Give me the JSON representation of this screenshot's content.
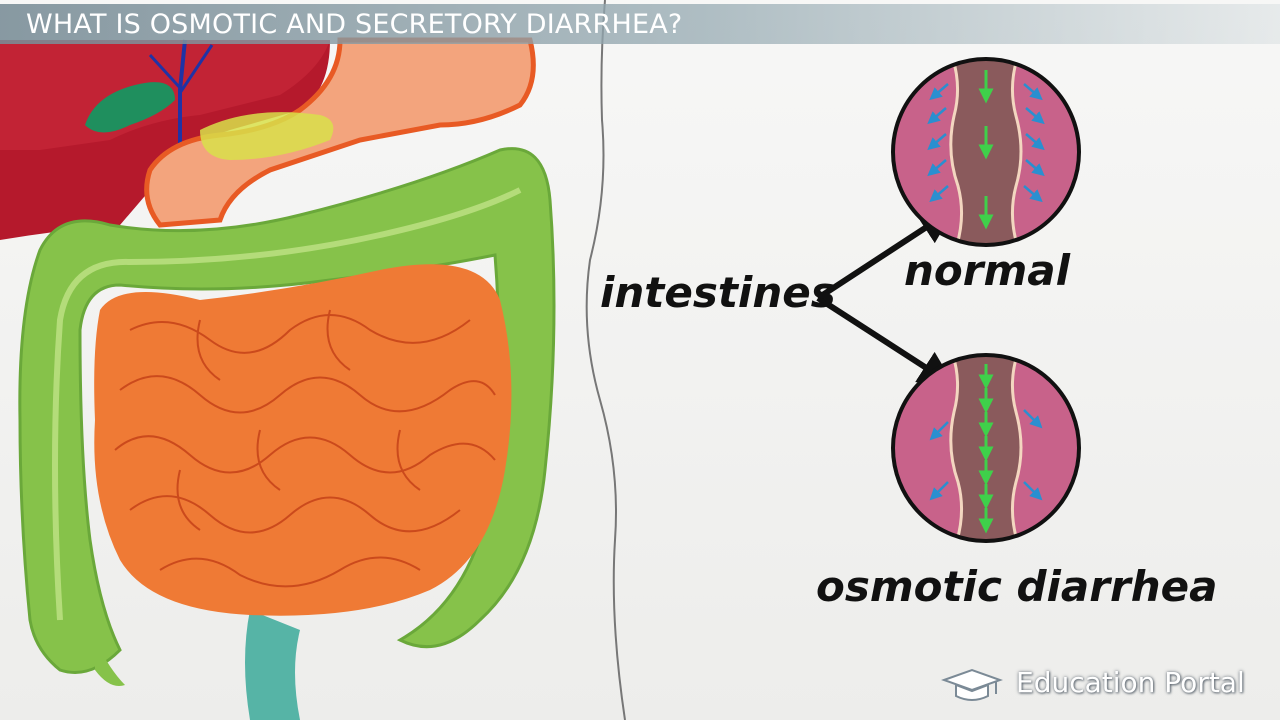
{
  "slide": {
    "title": "WHAT IS OSMOTIC AND SECRETORY DIARRHEA?"
  },
  "diagram": {
    "source_label": "intestines",
    "normal_label": "normal",
    "osmotic_label": "osmotic diarrhea"
  },
  "branding": {
    "logo_text": "Education Portal",
    "icon": "graduation-cap-icon"
  },
  "colors": {
    "liver": "#b8182c",
    "colon": "#86c24a",
    "small_intestine": "#ef7a35",
    "stomach": "#f4a77a",
    "lumen": "#8a5a5c",
    "intestinal_wall": "#c8628a",
    "normal_flow_arrow": "#3fd04a",
    "absorption_arrow": "#2a8fd0"
  }
}
